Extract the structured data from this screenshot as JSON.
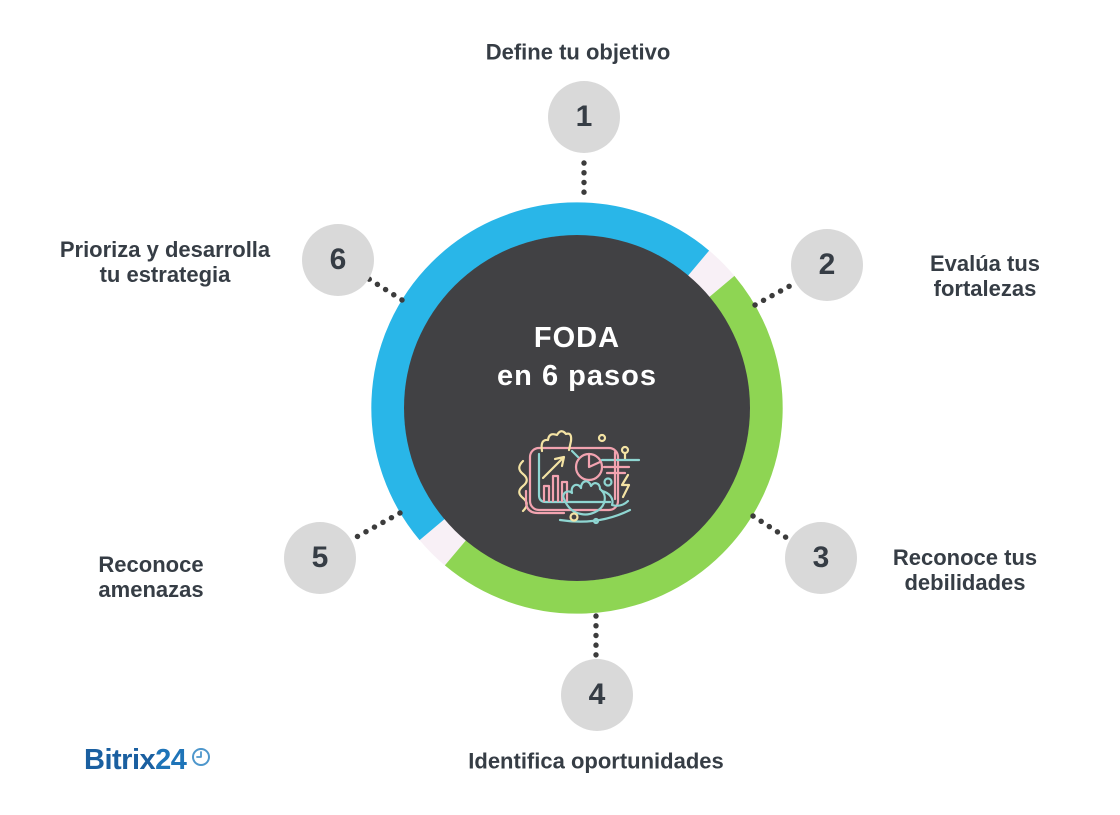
{
  "center": {
    "title_line1": "FODA",
    "title_line2": "en 6 pasos"
  },
  "steps": [
    {
      "number": "1",
      "label": "Define tu objetivo"
    },
    {
      "number": "2",
      "label": "Evalúa tus\nfortalezas"
    },
    {
      "number": "3",
      "label": "Reconoce tus\ndebilidades"
    },
    {
      "number": "4",
      "label": "Identifica oportunidades"
    },
    {
      "number": "5",
      "label": "Reconoce\namenazas"
    },
    {
      "number": "6",
      "label": "Prioriza y desarrolla\ntu estrategia"
    }
  ],
  "logo": {
    "brand": "Bitrix",
    "number": "24"
  },
  "icons": {
    "center_illustration": "analytics-presentation-illustration",
    "logo_icon": "clock-icon"
  },
  "colors": {
    "blue": "#29b6e8",
    "green": "#8ed553",
    "dark": "#414144",
    "badge": "#d9d9d9",
    "text": "#363d45",
    "dot": "#3c3c3c",
    "gap": "#f8f0f6",
    "white": "#ffffff",
    "logoBrand": "#1a5fa0",
    "logoNumber": "#1e74b8",
    "logoClock": "#4e97cc",
    "illTeal": "#8fd6d2",
    "illPink": "#f2a3b0",
    "illYellow": "#f4e3a4"
  }
}
